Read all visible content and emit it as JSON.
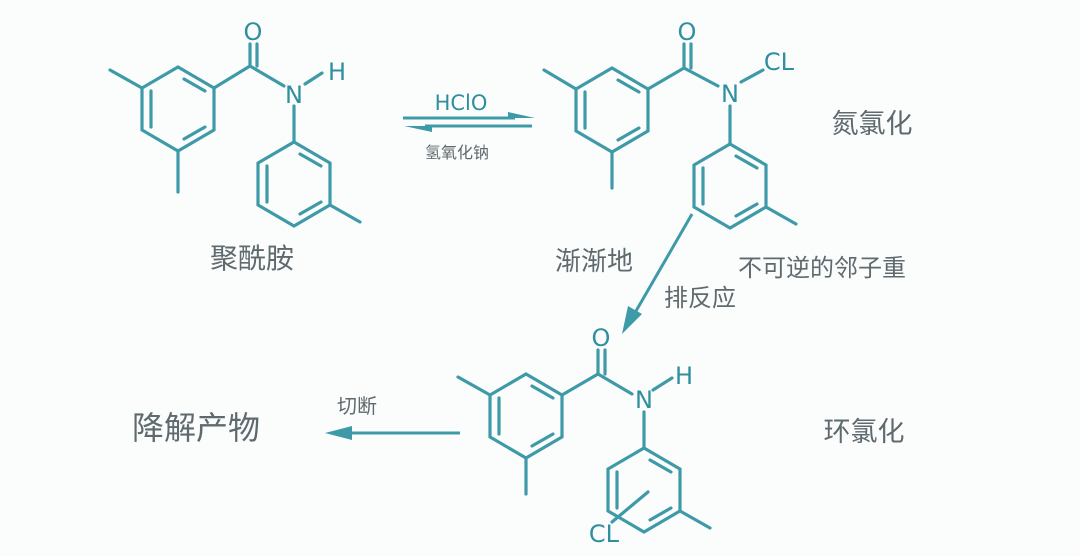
{
  "colors": {
    "structure": "#3f9aa8",
    "atom_text": "#2f8f9e",
    "label_text": "#5f6a6e",
    "background": "#fbfdfd"
  },
  "molecules": {
    "m1": {
      "o": "O",
      "n": "N",
      "h": "H",
      "name": "聚酰胺"
    },
    "m2": {
      "o": "O",
      "n": "N",
      "cl": "CL",
      "name": "氮氯化"
    },
    "m3": {
      "o": "O",
      "n": "N",
      "h": "H",
      "cl": "CL",
      "name": "环氯化"
    }
  },
  "reactions": {
    "forward_reagent": "HClO",
    "reverse_reagent": "氢氧化钠",
    "rearrangement_line1": "渐渐地",
    "rearrangement_line2": "不可逆的邻子重",
    "rearrangement_line3": "排反应",
    "cleavage": "切断",
    "product": "降解产物"
  }
}
